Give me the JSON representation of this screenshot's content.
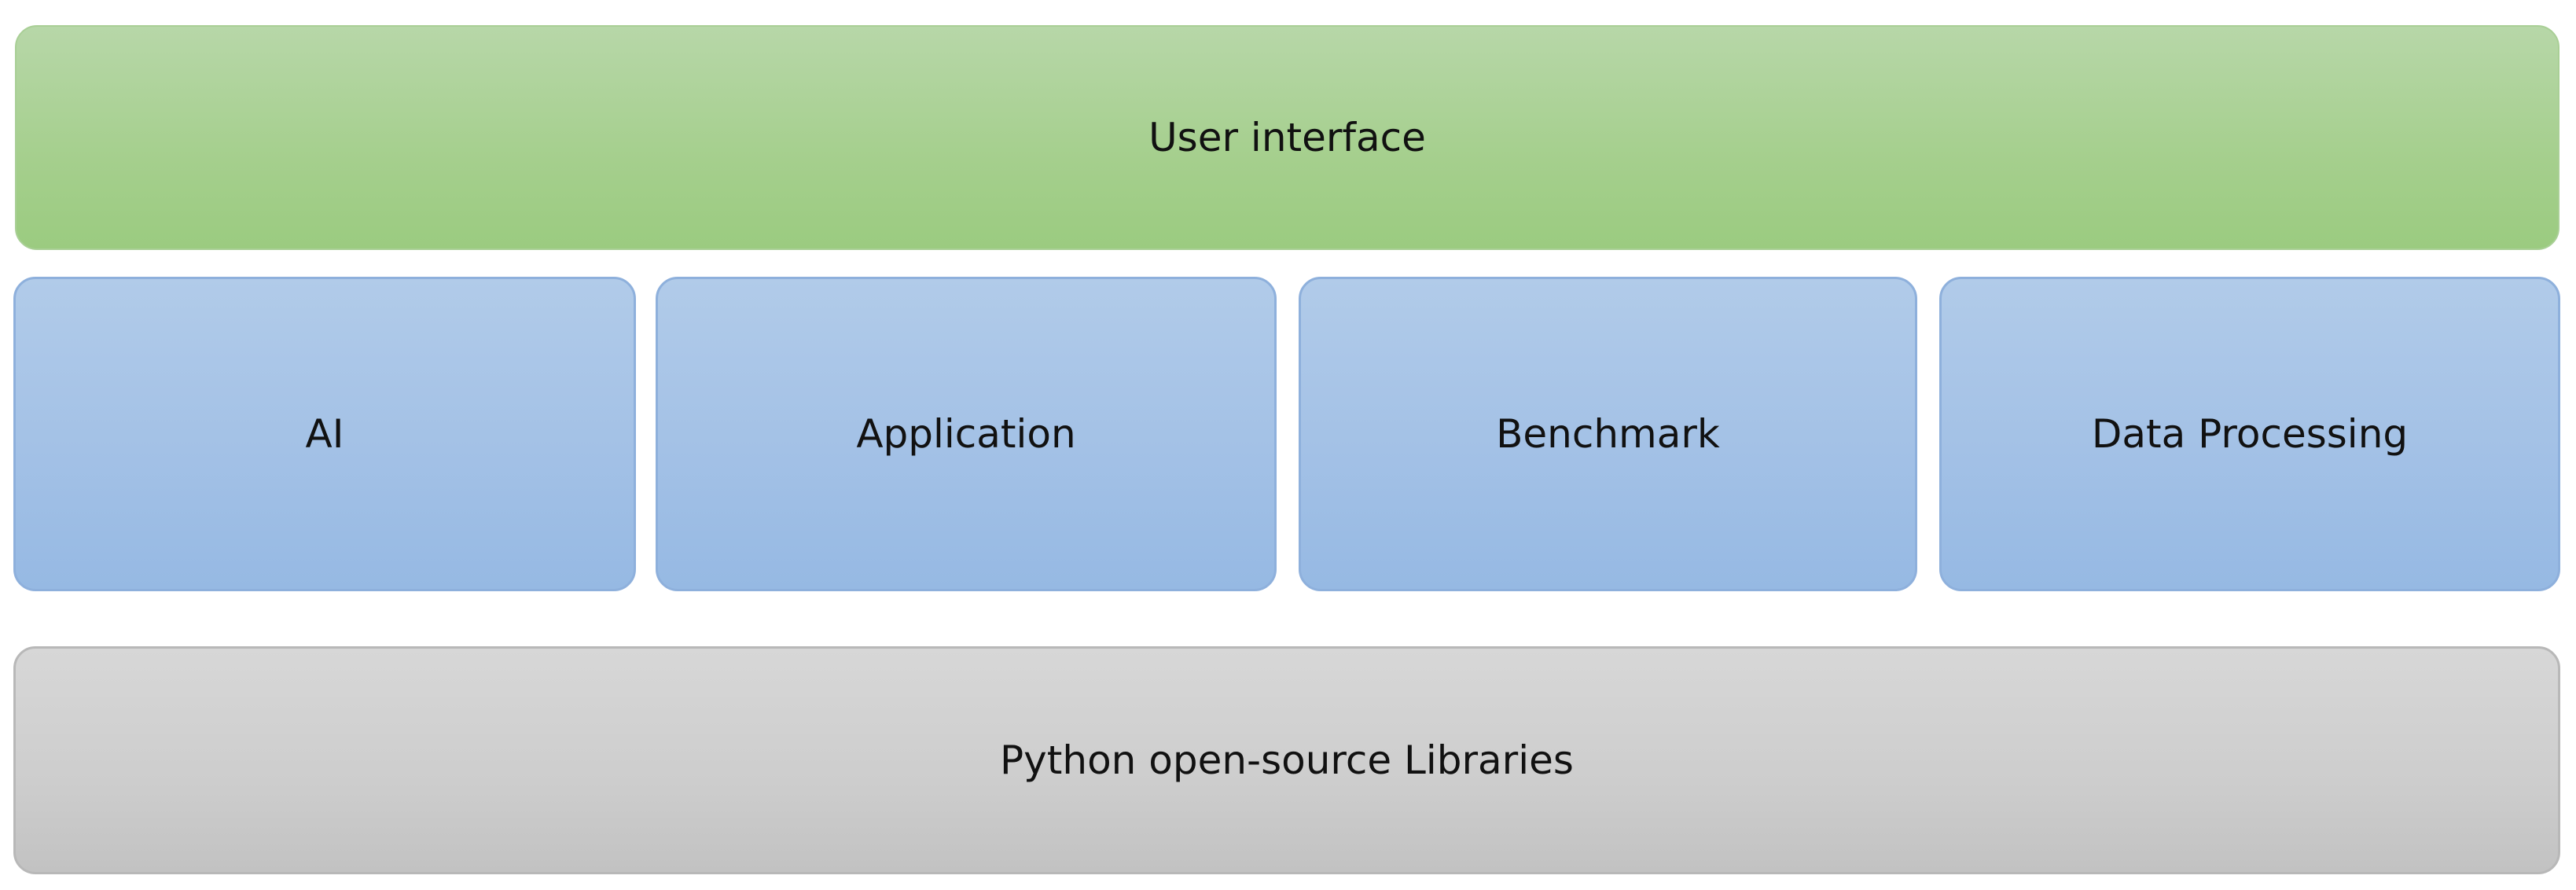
{
  "layers": {
    "user_interface": "User interface",
    "modules": [
      "AI",
      "Application",
      "Benchmark",
      "Data Processing"
    ],
    "libraries": "Python open-source Libraries"
  },
  "colors": {
    "top_layer": "#a5cf8d",
    "module_layer": "#a3c1e6",
    "bottom_layer": "#cdcdcd"
  }
}
